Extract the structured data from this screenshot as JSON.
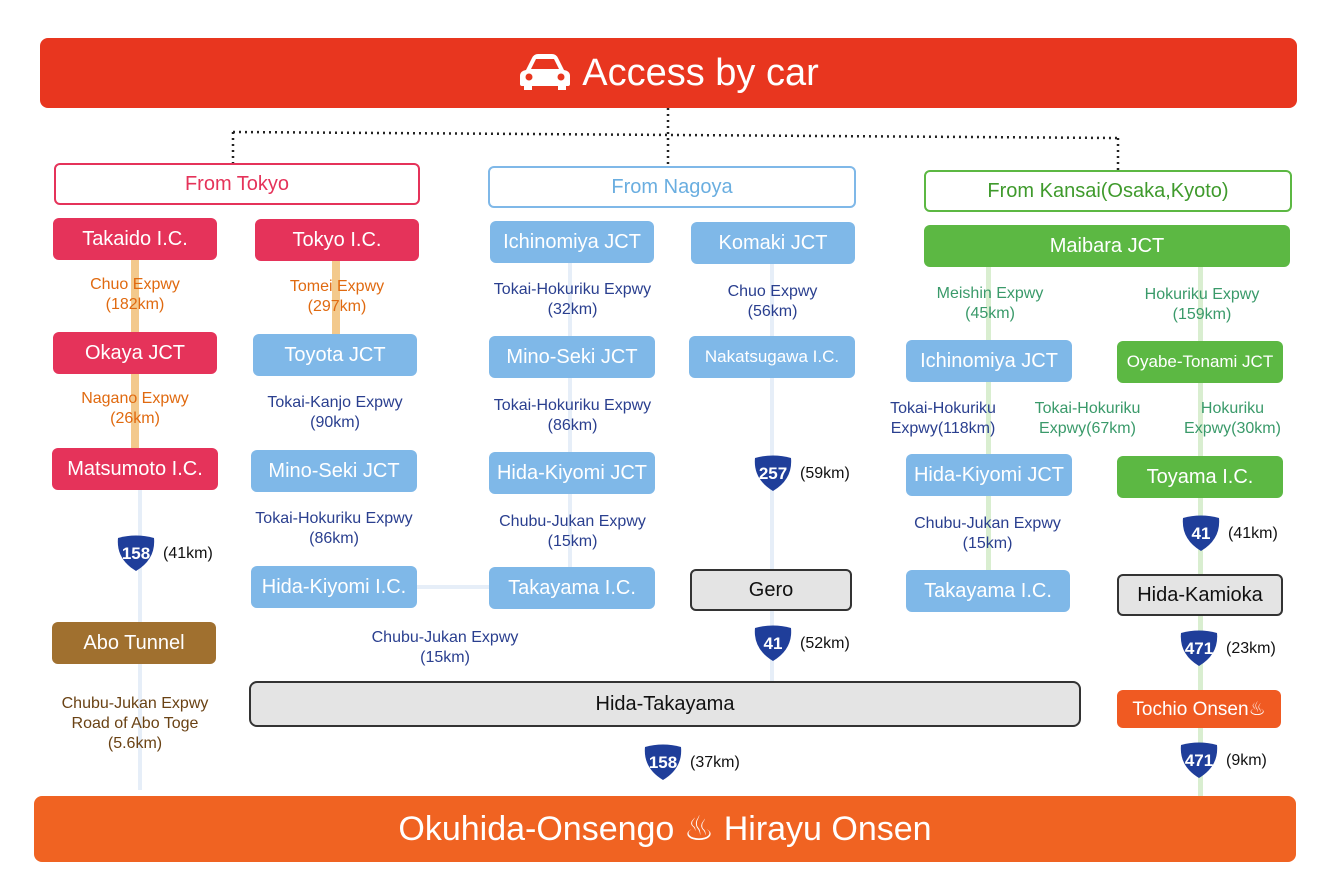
{
  "title": "Access by car",
  "destination": "Okuhida-Onsengo ♨ Hirayu Onsen",
  "sections": {
    "tokyo": "From Tokyo",
    "nagoya": "From Nagoya",
    "kansai": "From Kansai(Osaka,Kyoto)"
  },
  "nodes": {
    "takaido": "Takaido I.C.",
    "tokyo_ic": "Tokyo I.C.",
    "okaya": "Okaya JCT",
    "toyota": "Toyota JCT",
    "matsumoto": "Matsumoto I.C.",
    "minoseki_t": "Mino-Seki JCT",
    "hidakiyomi_ic": "Hida-Kiyomi I.C.",
    "abo": "Abo Tunnel",
    "ichinomiya_n": "Ichinomiya JCT",
    "komaki": "Komaki JCT",
    "minoseki_n": "Mino-Seki JCT",
    "nakatsugawa": "Nakatsugawa I.C.",
    "hidakiyomi_n": "Hida-Kiyomi JCT",
    "takayama_n": "Takayama I.C.",
    "gero": "Gero",
    "hidatakayama": "Hida-Takayama",
    "maibara": "Maibara JCT",
    "ichinomiya_k": "Ichinomiya JCT",
    "oyabe": "Oyabe-Tonami JCT",
    "hidakiyomi_k": "Hida-Kiyomi JCT",
    "toyama": "Toyama I.C.",
    "takayama_k": "Takayama I.C.",
    "kamioka": "Hida-Kamioka",
    "tochio": "Tochio Onsen♨"
  },
  "labels": {
    "chuo_182": "Chuo Expwy\n(182km)",
    "tomei_297": "Tomei Expwy\n(297km)",
    "nagano_26": "Nagano Expwy\n(26km)",
    "kanjo_90": "Tokai-Kanjo Expwy\n(90km)",
    "th_86_t": "Tokai-Hokuriku Expwy\n(86km)",
    "cj_15_t": "Chubu-Jukan Expwy\n(15km)",
    "abo_road": "Chubu-Jukan Expwy\nRoad of Abo Toge\n(5.6km)",
    "th_32": "Tokai-Hokuriku Expwy\n(32km)",
    "chuo_56": "Chuo Expwy\n(56km)",
    "th_86_n": "Tokai-Hokuriku Expwy\n(86km)",
    "cj_15_n": "Chubu-Jukan Expwy\n(15km)",
    "meishin_45": "Meishin Expwy\n(45km)",
    "hokuriku_159": "Hokuriku Expwy\n(159km)",
    "th_118": "Tokai-Hokuriku\nExpwy(118km)",
    "th_67": "Tokai-Hokuriku\nExpwy(67km)",
    "hokuriku_30": "Hokuriku\nExpwy(30km)",
    "cj_15_k": "Chubu-Jukan Expwy\n(15km)"
  },
  "routes": [
    {
      "key": "r158_41",
      "num": "158",
      "dist": "(41km)"
    },
    {
      "key": "r257_59",
      "num": "257",
      "dist": "(59km)"
    },
    {
      "key": "r41_52",
      "num": "41",
      "dist": "(52km)"
    },
    {
      "key": "r158_37",
      "num": "158",
      "dist": "(37km)"
    },
    {
      "key": "r41_41",
      "num": "41",
      "dist": "(41km)"
    },
    {
      "key": "r471_23",
      "num": "471",
      "dist": "(23km)"
    },
    {
      "key": "r471_9",
      "num": "471",
      "dist": "(9km)"
    }
  ]
}
